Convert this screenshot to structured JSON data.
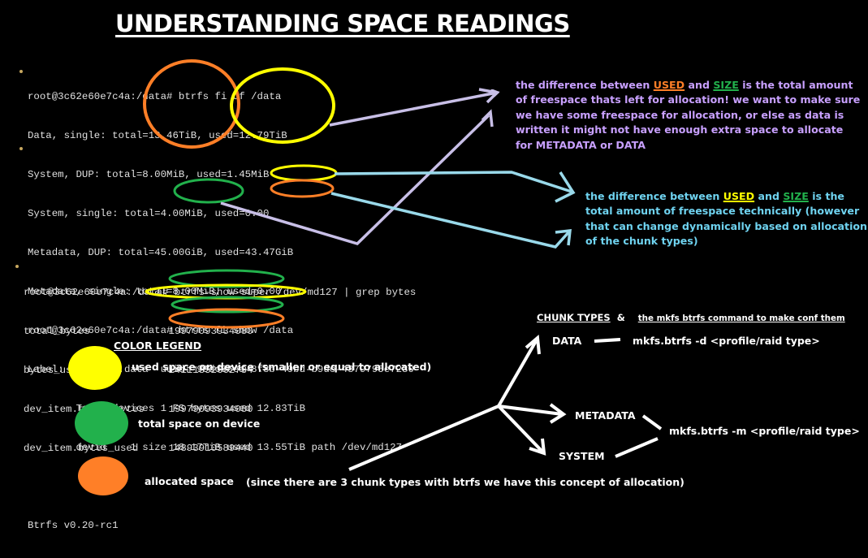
{
  "title": "UNDERSTANDING SPACE READINGS",
  "terminal1": {
    "lines": [
      "root@3c62e60e7c4a:/data# btrfs fi df /data",
      "Data, single: total=13.46TiB, used=12.79TiB",
      "System, DUP: total=8.00MiB, used=1.45MiB",
      "System, single: total=4.00MiB, used=0.00",
      "Metadata, DUP: total=45.00GiB, used=43.47GiB",
      "Metadata, single: total=8.00MiB, used=0.00",
      "root@3c62e60e7c4a:/data# btrfs fi show /data",
      "Label: 7c6e07be:data  uuid: 99dc36ea-8f8b-49bd-b9dc-4379795e7230",
      "        Total devices 1 FS bytes used 12.83TiB",
      "        devid    1 size 18.17TiB used 13.55TiB path /dev/md127",
      "",
      "Btrfs v0.20-rc1"
    ]
  },
  "terminal2": {
    "lines": [
      "root@3c62e60e7c4a:/data# btrfs-show-super /dev/md127 | grep bytes",
      "total_bytes             19979093934080",
      "bytes_used              14111852662784",
      "dev_item.total_bytes    19979093934080",
      "dev_item.bytes_used     14893910589440"
    ]
  },
  "note1": {
    "prefix": "the difference between ",
    "used": "USED",
    "and": " and ",
    "size": "SIZE",
    "rest": " is the total amount of freespace thats left for allocation! we want to make sure we have some freespace for allocation, or else as data is written it might not have enough extra space to allocate for METADATA or DATA"
  },
  "note2": {
    "prefix": "the difference between ",
    "used": "USED",
    "and": " and ",
    "size": "SIZE",
    "rest": " is the total amount of freespace technically (however that can change dynamically based on allocation of the chunk types)"
  },
  "legend": {
    "title": "COLOR LEGEND",
    "items": [
      {
        "color": "#ffff00",
        "label": "used space on device (smaller or equal to allocated)"
      },
      {
        "color": "#22b14c",
        "label": "total space on device"
      },
      {
        "color": "#ff7f27",
        "label": "allocated space"
      }
    ],
    "footnote": "(since there are 3 chunk types with btrfs we have this concept of allocation)"
  },
  "chunk": {
    "heading1": "CHUNK TYPES",
    "amp": "&",
    "heading2": "the mkfs btrfs command to make conf them",
    "data": "DATA",
    "metadata": "METADATA",
    "system": "SYSTEM",
    "cmd_data": "mkfs.btrfs -d <profile/raid type>",
    "cmd_meta": "mkfs.btrfs -m <profile/raid type>"
  },
  "colors": {
    "yellow": "#ffff00",
    "green": "#22b14c",
    "orange": "#ff7f27",
    "purple_text": "#c8a0ff",
    "lavender_arrow": "#c8bfe7",
    "cyan_text": "#6fd3f0",
    "cyan_arrow": "#99d9ea",
    "white": "#ffffff"
  }
}
